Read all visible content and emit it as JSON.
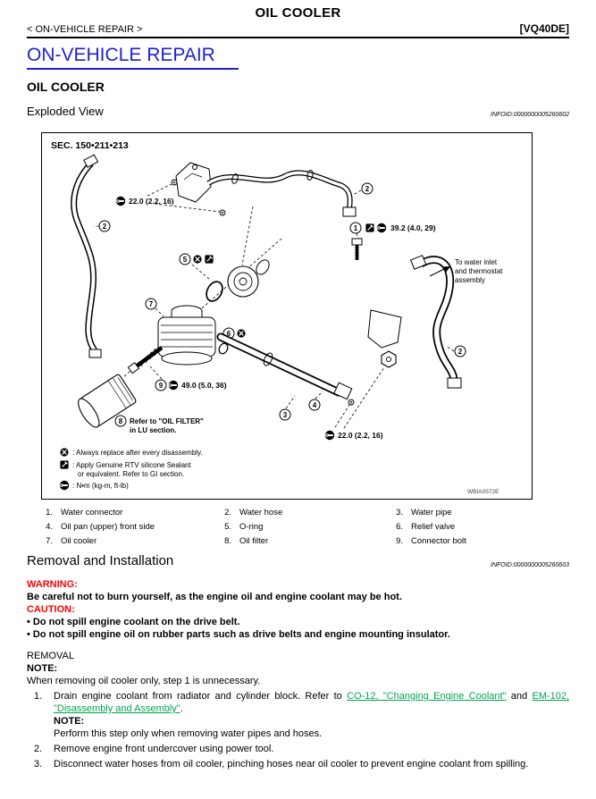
{
  "colors": {
    "heading_blue": "#2222cc",
    "link_green": "#00a651",
    "warning_red": "#ff0000"
  },
  "header": {
    "page_title": "OIL COOLER",
    "breadcrumb": "< ON-VEHICLE REPAIR >",
    "model_code": "[VQ40DE]"
  },
  "section": {
    "title": "ON-VEHICLE REPAIR",
    "subtitle": "OIL COOLER",
    "exploded_heading": "Exploded View",
    "infoid_exploded": "INFOID:0000000005260602"
  },
  "diagram": {
    "sec_label": "SEC. 150•211•213",
    "torque": {
      "top": "22.0 (2.2, 16)",
      "right": "39.2 (4.0, 29)",
      "center": "49.0 (5.0, 36)",
      "bottom": "22.0 (2.2, 16)"
    },
    "callouts": {
      "hose_left": "2",
      "pipe_top": "2",
      "bolt_top": "1",
      "o_ring": "5",
      "relief_center": "6",
      "oil_cooler": "7",
      "connector_bolt": "9",
      "oil_filter": "8",
      "water_pipe": "3",
      "oil_pan": "4",
      "hose_right": "2"
    },
    "annotations": {
      "water_inlet_line1": "To water inlet",
      "water_inlet_line2": "and thermostat",
      "water_inlet_line3": "assembly",
      "oil_filter_note_line1": "Refer to \"OIL FILTER\"",
      "oil_filter_note_line2": "in LU section."
    },
    "legend": {
      "replace_text": ": Always replace after every disassembly.",
      "sealant_text_line1": ": Apply Genuine RTV silicone Sealant",
      "sealant_text_line2": "or equivalent. Refer to GI section.",
      "torque_text": ": N•m (kg-m, ft-lb)"
    },
    "figure_code": "WBIA0572E"
  },
  "parts": [
    {
      "num": "1.",
      "label": "Water connector"
    },
    {
      "num": "2.",
      "label": "Water hose"
    },
    {
      "num": "3.",
      "label": "Water pipe"
    },
    {
      "num": "4.",
      "label": "Oil pan (upper) front side"
    },
    {
      "num": "5.",
      "label": "O-ring"
    },
    {
      "num": "6.",
      "label": "Relief valve"
    },
    {
      "num": "7.",
      "label": "Oil cooler"
    },
    {
      "num": "8.",
      "label": "Oil filter"
    },
    {
      "num": "9.",
      "label": "Connector bolt"
    }
  ],
  "removal": {
    "heading": "Removal and Installation",
    "infoid": "INFOID:0000000005260603",
    "warning_label": "WARNING:",
    "warning_text": "Be careful not to burn yourself, as the engine oil and engine coolant may be hot.",
    "caution_label": "CAUTION:",
    "cautions": [
      "• Do not spill engine coolant on the drive belt.",
      "• Do not spill engine oil on rubber parts such as drive belts and engine mounting insulator."
    ],
    "removal_label": "REMOVAL",
    "note_label": "NOTE:",
    "note_text": "When removing oil cooler only, step 1 is unnecessary.",
    "steps": [
      {
        "num": "1.",
        "text_before": "Drain engine coolant from radiator and cylinder block. Refer to ",
        "link1": "CO-12, \"Changing Engine Coolant\"",
        "text_mid": " and ",
        "link2": "EM-102, \"Disassembly and Assembly\"",
        "text_after": ".",
        "note_label": "NOTE:",
        "note_text": "Perform this step only when removing water pipes and hoses."
      },
      {
        "num": "2.",
        "text": "Remove engine front undercover using power tool."
      },
      {
        "num": "3.",
        "text": "Disconnect water hoses from oil cooler, pinching hoses near oil cooler to prevent engine coolant from spilling."
      }
    ]
  }
}
